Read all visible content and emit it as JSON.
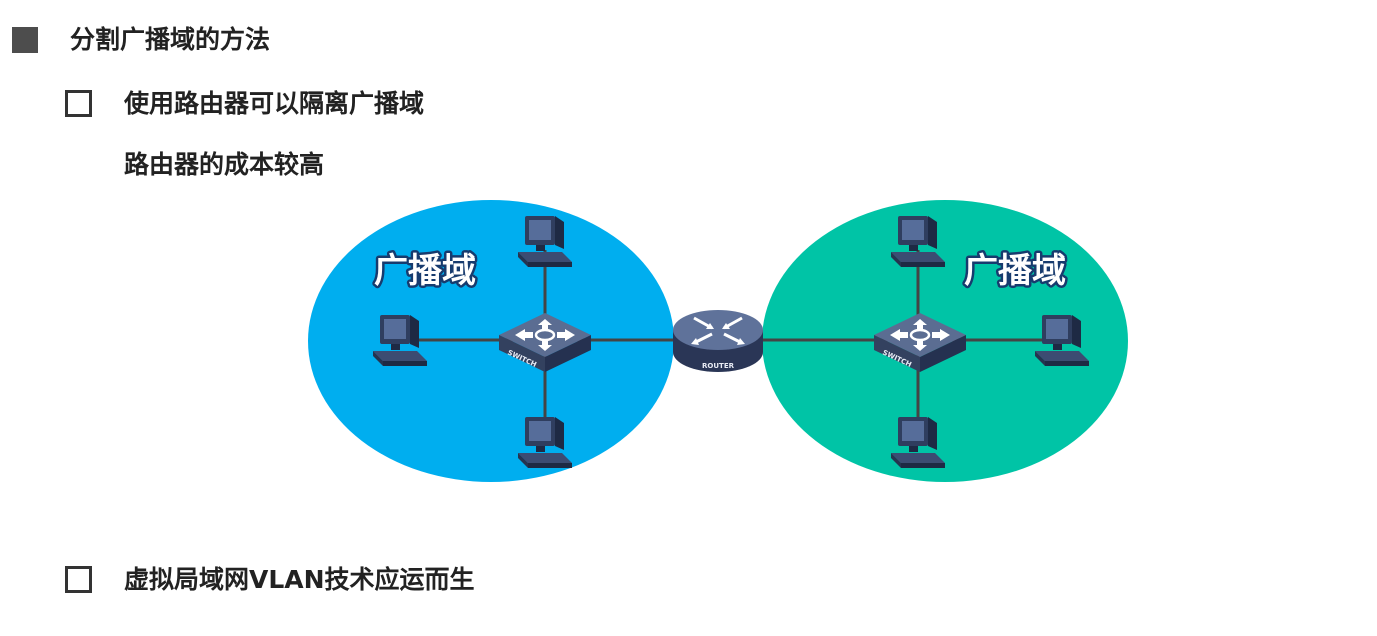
{
  "heading": {
    "title": "分割广播域的方法"
  },
  "items": [
    {
      "text": "使用路由器可以隔离广播域"
    },
    {
      "text": "虚拟局域网VLAN技术应运而生"
    }
  ],
  "sub_text": "路由器的成本较高",
  "diagram": {
    "left_domain_label": "广播域",
    "right_domain_label": "广播域",
    "switch_label": "SWITCH",
    "router_label": "ROUTER",
    "colors": {
      "left_domain": "#00AEEF",
      "right_domain": "#00C4A6",
      "link": "#444444"
    },
    "icons": {
      "pc": "computer-icon",
      "switch": "switch-icon",
      "router": "router-icon"
    }
  }
}
